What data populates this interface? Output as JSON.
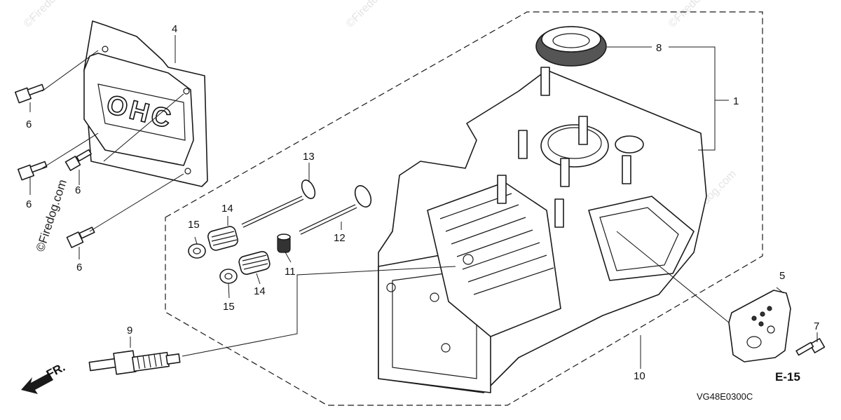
{
  "callouts": {
    "c1": "1",
    "c4": "4",
    "c5": "5",
    "c6a": "6",
    "c6b": "6",
    "c6c": "6",
    "c6d": "6",
    "c7": "7",
    "c8": "8",
    "c9": "9",
    "c10": "10",
    "c11": "11",
    "c12": "12",
    "c13": "13",
    "c14a": "14",
    "c14b": "14",
    "c15a": "15",
    "c15b": "15"
  },
  "cover_text": "OHC",
  "front_label": "FR.",
  "ref_label": "E-15",
  "diagram_code": "VG48E0300C",
  "watermark": "©Firedog.com"
}
